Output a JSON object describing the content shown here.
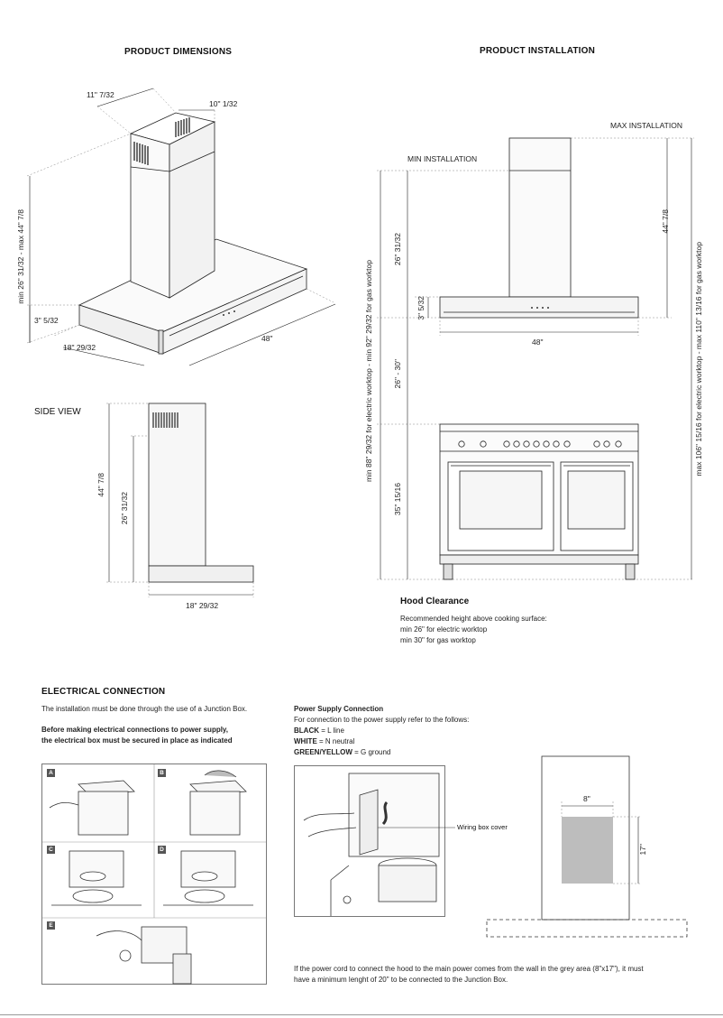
{
  "dimensions": {
    "title": "PRODUCT DIMENSIONS",
    "labels": {
      "chimney_depth": "11\" 7/32",
      "chimney_width": "10\" 1/32",
      "height_range": "min 26\" 31/32 - max 44\" 7/8",
      "canopy_height": "3\" 5/32",
      "depth": "18\" 29/32",
      "width": "48\""
    }
  },
  "side_view": {
    "title": "SIDE VIEW",
    "labels": {
      "max_height": "44\" 7/8",
      "min_height": "26\" 31/32",
      "depth": "18\" 29/32"
    }
  },
  "installation": {
    "title": "PRODUCT INSTALLATION",
    "max_label": "MAX INSTALLATION",
    "min_label": "MIN INSTALLATION",
    "labels": {
      "chimney_max": "44\" 7/8",
      "chimney_min": "26\" 31/32",
      "canopy": "3\" 5/32",
      "width": "48\"",
      "clearance": "26\" - 30\"",
      "range_height": "35\" 15/16",
      "min_total": "min 88\" 29/32 for electric worktop - min 92\" 29/32 for gas worktop",
      "max_total": "max 106\" 15/16 for electric worktop - max 110\" 13/16 for gas worktop"
    }
  },
  "hood_clearance": {
    "title": "Hood Clearance",
    "lines": [
      "Recommended height above cooking surface:",
      "min 26\" for electric worktop",
      "min 30\" for gas worktop"
    ]
  },
  "electrical": {
    "title": "ELECTRICAL CONNECTION",
    "intro": "The installation must be done through the use of a Junction Box.",
    "warning_1": "Before making electrical connections to power supply,",
    "warning_2": "the electrical box must be secured in place as indicated",
    "steps": [
      "A",
      "B",
      "C",
      "D",
      "E"
    ]
  },
  "power_supply": {
    "title": "Power Supply Connection",
    "subtitle": "For connection to the power supply refer to the follows:",
    "wires": [
      {
        "color": "BLACK",
        "meaning": " = L line"
      },
      {
        "color": "WHITE",
        "meaning": " = N neutral"
      },
      {
        "color": "GREEN/YELLOW",
        "meaning": " = G ground"
      }
    ],
    "callout": "Wiring box cover",
    "grey_width": "8\"",
    "grey_height": "17\"",
    "note_1": "If the power cord to connect the hood to the main power comes from the wall in the grey area (8\"x17\"), it must",
    "note_2": "have a minimum lenght of 20\" to be connected to the Junction Box."
  }
}
